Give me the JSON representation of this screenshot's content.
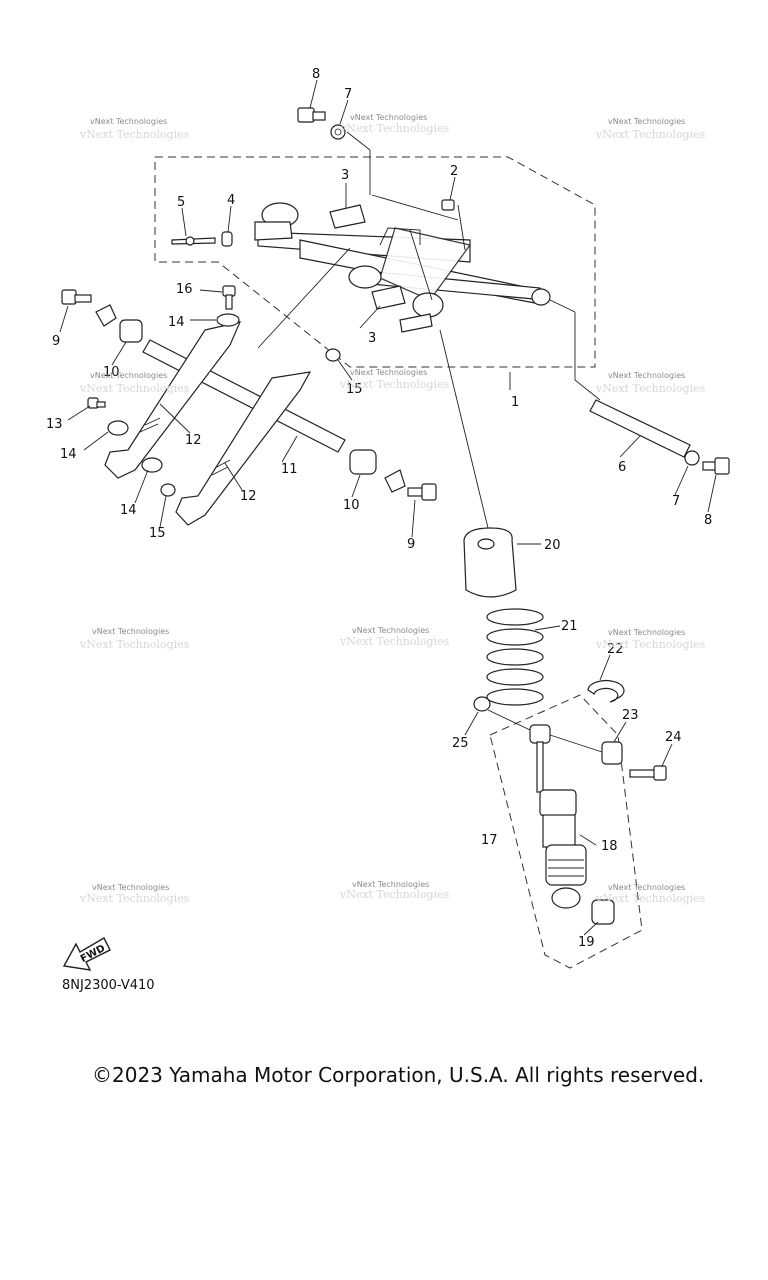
{
  "diagram": {
    "callouts": [
      "1",
      "2",
      "3",
      "3",
      "4",
      "5",
      "6",
      "7",
      "7",
      "8",
      "8",
      "9",
      "9",
      "10",
      "10",
      "11",
      "12",
      "12",
      "13",
      "14",
      "14",
      "14",
      "15",
      "15",
      "16",
      "17",
      "18",
      "19",
      "20",
      "21",
      "22",
      "23",
      "24",
      "25"
    ],
    "watermark_text": "vNext Technologies",
    "fwd_label": "FWD",
    "drawing_code": "8NJ2300-V410"
  },
  "footer": {
    "copyright": "©2023 Yamaha Motor Corporation, U.S.A. All rights reserved."
  }
}
